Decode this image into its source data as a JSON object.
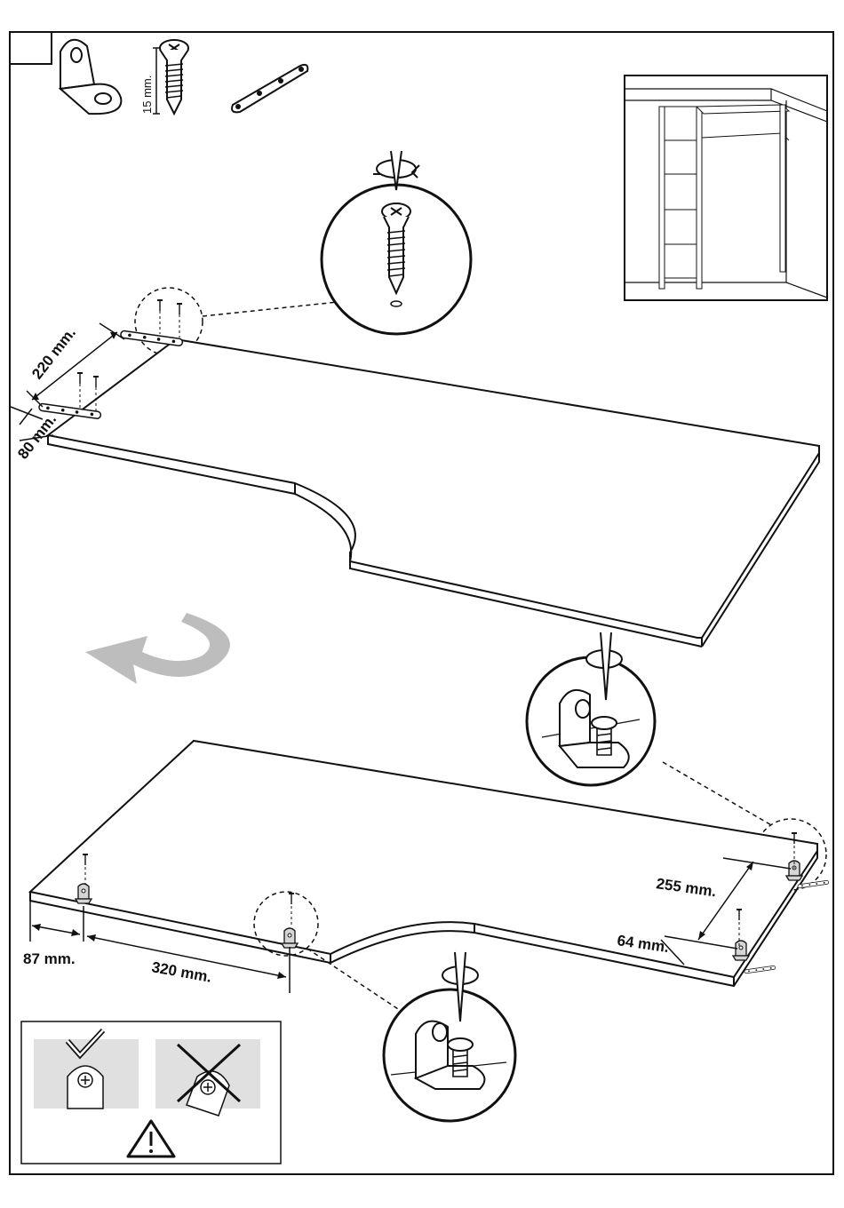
{
  "step_number": "",
  "parts": {
    "bracket_icon": "l-bracket-icon",
    "screw_icon": "screw-icon",
    "plate_icon": "mending-plate-icon",
    "screw_length_label": "15 mm."
  },
  "top_panel": {
    "dimension_spacing": "220 mm.",
    "dimension_edge": "80 mm."
  },
  "bottom_panel": {
    "dimension_left_edge": "87 mm.",
    "dimension_left_spacing": "320 mm.",
    "dimension_right_spacing": "255 mm.",
    "dimension_right_edge": "64 mm."
  },
  "legend": {
    "correct_icon": "check-icon",
    "wrong_icon": "cross-icon",
    "warning_icon": "warning-icon"
  },
  "colors": {
    "line": "#111111",
    "arrow_gray": "#bdbdbd",
    "legend_bg": "#e0e0e0",
    "bracket_fill": "#d6d6d6"
  }
}
